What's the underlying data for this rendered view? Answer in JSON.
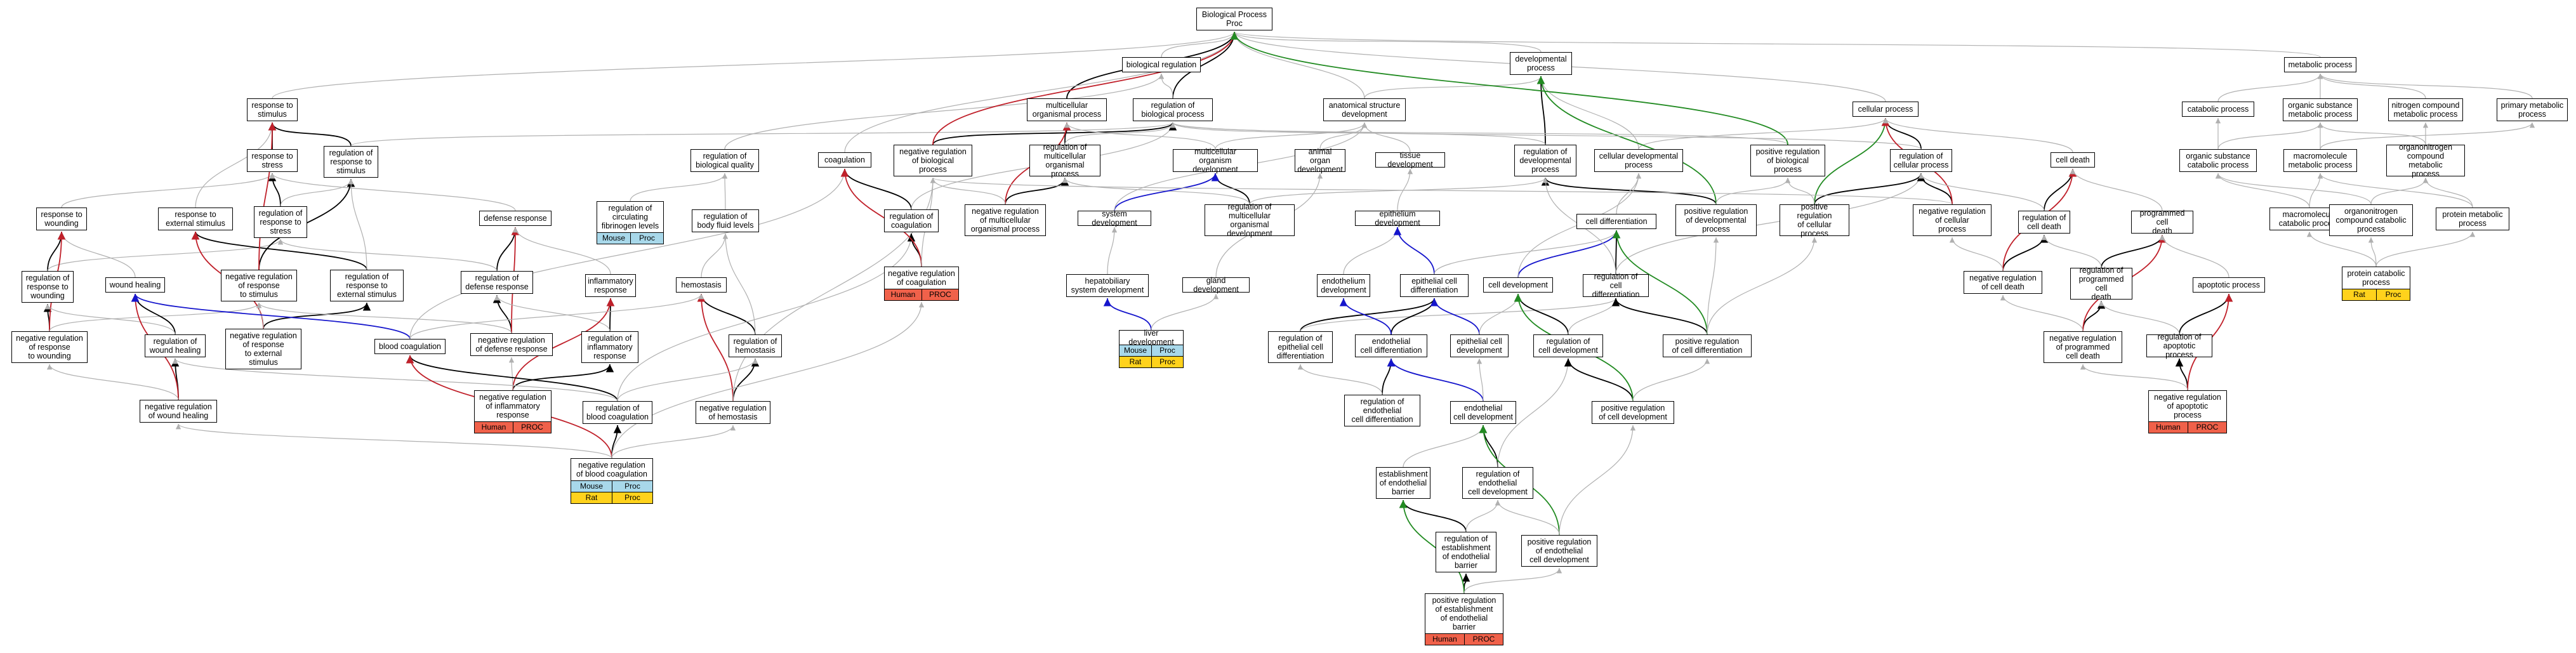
{
  "colors": {
    "black": "#000000",
    "gray": "#b0b0b0",
    "red": "#c0202a",
    "green": "#228b22",
    "blue": "#1515cc",
    "human_proc": "#f0614a",
    "mouse_proc": "#a8d8ea",
    "rat_proc": "#ffd21c"
  },
  "nodes": {
    "bp": "Biological Process\nProc",
    "bio_reg": "biological regulation",
    "reg_bp": "regulation of\nbiological process",
    "multi_org": "multicellular\norganismal process",
    "resp_stim": "response to\nstimulus",
    "resp_stress": "response to\nstress",
    "reg_resp_stim": "regulation of\nresponse to\nstimulus",
    "reg_resp_stress": "regulation of\nresponse to\nstress",
    "resp_wound": "response to\nwounding",
    "resp_ext": "response to\nexternal stimulus",
    "reg_resp_wound": "regulation of\nresponse to\nwounding",
    "wound_heal": "wound healing",
    "neg_reg_resp_stim": "negative regulation\nof response\nto stimulus",
    "reg_resp_ext": "regulation of\nresponse to\nexternal stimulus",
    "neg_reg_resp_wound": "negative regulation\nof response\nto wounding",
    "reg_wound_heal": "regulation of\nwound healing",
    "neg_reg_resp_ext": "negative regulation\nof response\nto external\nstimulus",
    "neg_reg_wound_heal": "negative regulation\nof wound healing",
    "defense": "defense response",
    "reg_defense": "regulation of\ndefense response",
    "neg_reg_defense": "negative regulation\nof defense response",
    "reg_circ_fib": "regulation of\ncirculating\nfibrinogen levels",
    "reg_bio_quality": "regulation of\nbiological quality",
    "reg_body_fluid": "regulation of\nbody fluid levels",
    "inflam": "inflammatory\nresponse",
    "reg_inflam": "regulation of\ninflammatory\nresponse",
    "neg_reg_inflam": "negative regulation\nof inflammatory\nresponse",
    "hemostasis": "hemostasis",
    "reg_hemostasis": "regulation of\nhemostasis",
    "neg_reg_hemostasis": "negative regulation\nof hemostasis",
    "blood_coag": "blood coagulation",
    "reg_blood_coag": "regulation of\nblood coagulation",
    "neg_reg_blood_coag": "negative regulation\nof blood coagulation",
    "coagulation": "coagulation",
    "reg_coag": "regulation of\ncoagulation",
    "neg_reg_coag": "negative regulation\nof coagulation",
    "neg_reg_bp": "negative regulation\nof biological\nprocess",
    "reg_multi_org": "regulation of\nmulticellular\norganismal process",
    "neg_reg_multi_org": "negative regulation\nof multicellular\norganismal process",
    "multi_dev": "multicellular\norganism development",
    "reg_multi_dev": "regulation of\nmulticellular\norganismal development",
    "sys_dev": "system development",
    "hepatobil": "hepatobiliary\nsystem development",
    "liver_dev": "liver development",
    "gland_dev": "gland development",
    "anat_dev": "anatomical structure\ndevelopment",
    "animal_organ": "animal organ\ndevelopment",
    "tissue_dev": "tissue development",
    "epith_dev": "epithelium development",
    "endoth_dev": "endothelium\ndevelopment",
    "epith_cell_diff": "epithelial cell\ndifferentiation",
    "reg_epith_cell_diff": "regulation of\nepithelial cell\ndifferentiation",
    "endoth_cell_diff": "endothelial\ncell differentiation",
    "epith_cell_dev": "epithelial cell\ndevelopment",
    "reg_endoth_cell_diff": "regulation of\nendothelial\ncell differentiation",
    "endoth_cell_dev": "endothelial\ncell development",
    "estab_endoth_barrier": "establishment\nof endothelial\nbarrier",
    "reg_endoth_cell_dev": "regulation of\nendothelial\ncell development",
    "reg_estab_barrier": "regulation of\nestablishment\nof endothelial\nbarrier",
    "pos_reg_endoth_cell_dev": "positive regulation\nof endothelial\ncell development",
    "pos_reg_estab_barrier": "positive regulation\nof establishment\nof endothelial\nbarrier",
    "dev_proc": "developmental\nprocess",
    "reg_dev_proc": "regulation of\ndevelopmental\nprocess",
    "cell_dev_proc": "cellular developmental\nprocess",
    "pos_reg_dev_proc": "positive regulation\nof developmental\nprocess",
    "pos_reg_bp": "positive regulation\nof biological\nprocess",
    "cell_diff": "cell differentiation",
    "cell_dev": "cell development",
    "reg_cell_diff": "regulation of\ncell differentiation",
    "reg_cell_dev": "regulation of\ncell development",
    "pos_reg_cell_diff": "positive regulation\nof cell differentiation",
    "pos_reg_cell_dev": "positive regulation\nof cell development",
    "cellular_proc": "cellular process",
    "reg_cellular_proc": "regulation of\ncellular process",
    "pos_reg_cellular_proc": "positive regulation\nof cellular\nprocess",
    "neg_reg_cellular_proc": "negative regulation\nof cellular\nprocess",
    "cell_death": "cell death",
    "reg_cell_death": "regulation of\ncell death",
    "neg_reg_cell_death": "negative regulation\nof cell death",
    "pcd": "programmed cell\ndeath",
    "reg_pcd": "regulation of\nprogrammed cell\ndeath",
    "neg_reg_pcd": "negative regulation\nof programmed\ncell death",
    "apoptotic": "apoptotic process",
    "reg_apoptotic": "regulation of\napoptotic process",
    "neg_reg_apoptotic": "negative regulation\nof apoptotic\nprocess",
    "metabolic": "metabolic process",
    "catabolic": "catabolic process",
    "org_subst_met": "organic substance\nmetabolic process",
    "nitrogen_met": "nitrogen compound\nmetabolic process",
    "primary_met": "primary metabolic\nprocess",
    "org_subst_cat": "organic substance\ncatabolic process",
    "macromol_met": "macromolecule\nmetabolic process",
    "orgnitro_met": "organonitrogen\ncompound metabolic\nprocess",
    "macromol_cat": "macromolecule\ncatabolic process",
    "orgnitro_cat": "organonitrogen\ncompound catabolic\nprocess",
    "protein_met": "protein metabolic\nprocess",
    "protein_cat": "protein catabolic\nprocess"
  },
  "badges": {
    "human": "Human",
    "mouse": "Mouse",
    "rat": "Rat",
    "proc": "PROC",
    "proc_lower": "Proc"
  }
}
